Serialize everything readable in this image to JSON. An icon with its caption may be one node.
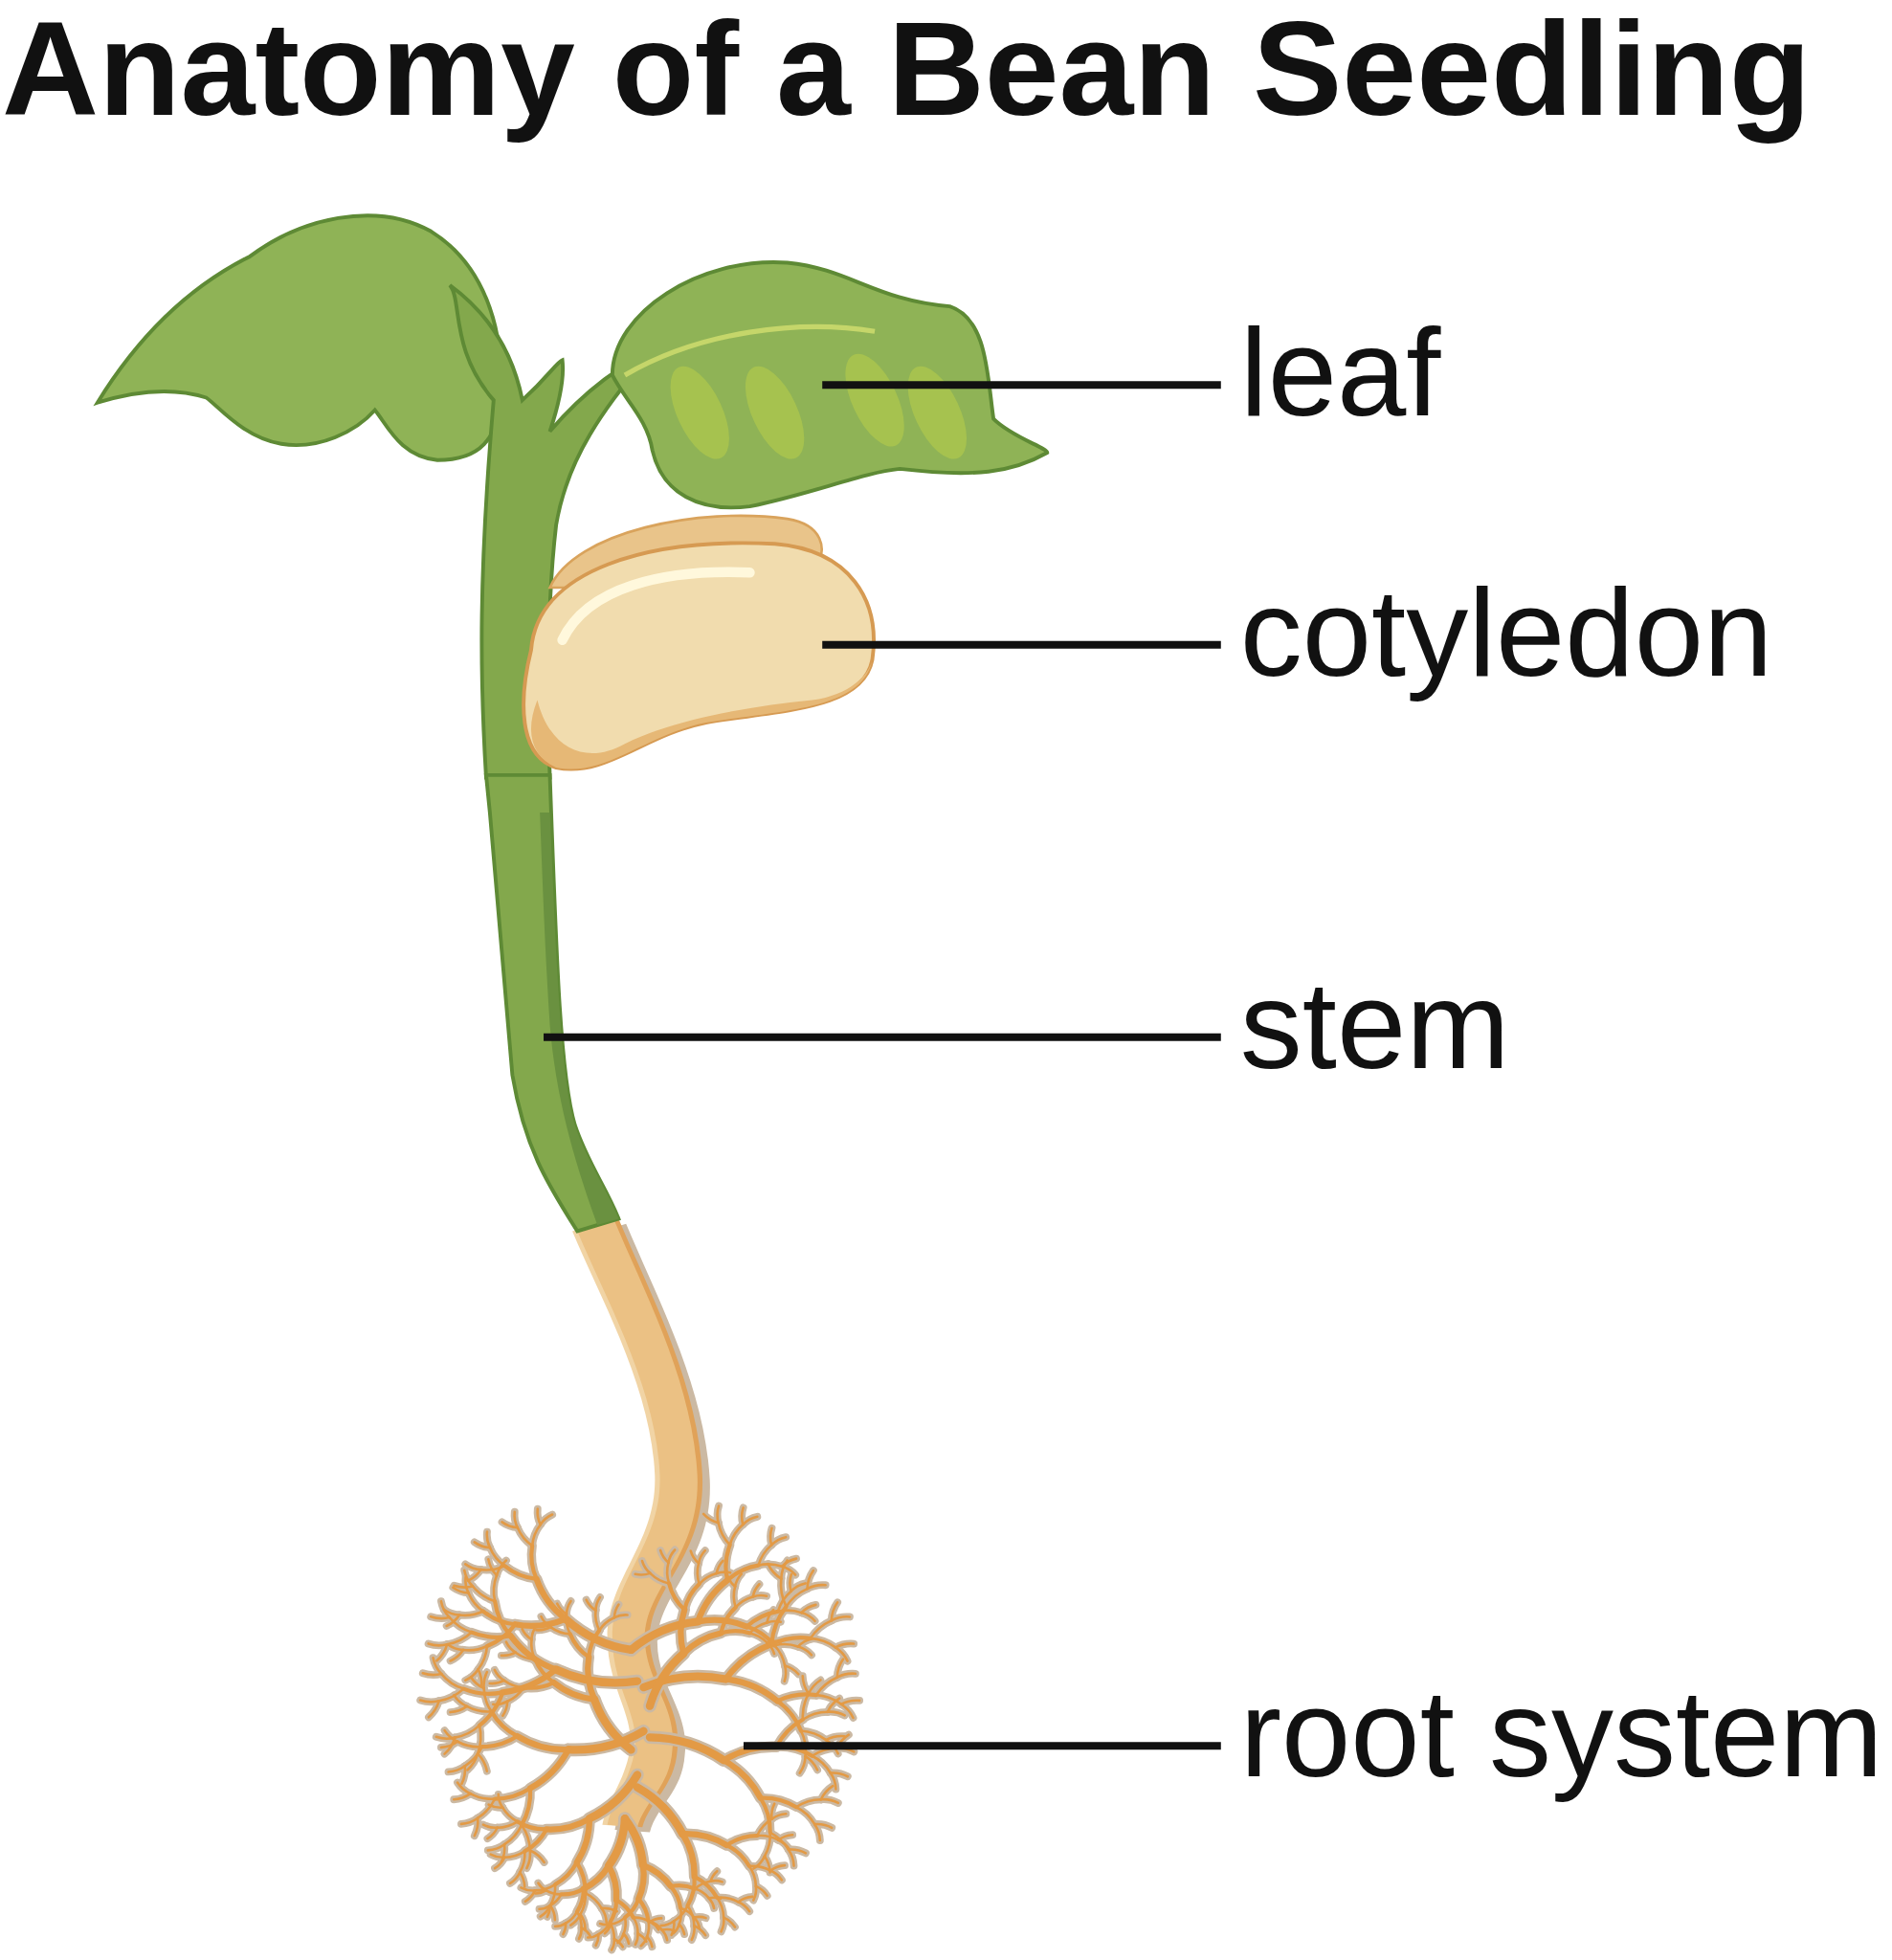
{
  "diagram": {
    "title": "Anatomy of a Bean Seedling",
    "nodes": [
      {
        "text": [
          "leaf"
        ]
      },
      {
        "text": [
          "cotyledon"
        ]
      },
      {
        "text": [
          "stem"
        ]
      },
      {
        "text": [
          "root system"
        ]
      },
      {
        "text": [],
        "shape": "picture"
      },
      {
        "text": [],
        "shape": "picture"
      },
      {
        "text": [],
        "shape": "picture"
      },
      {
        "text": [],
        "shape": "picture"
      }
    ],
    "edges": [
      {
        "from": 0,
        "to": 4,
        "arrow": "none"
      },
      {
        "from": 1,
        "to": 5,
        "arrow": "none"
      },
      {
        "from": 2,
        "to": 6,
        "arrow": "none"
      },
      {
        "from": 3,
        "to": 7,
        "arrow": "none"
      }
    ]
  }
}
